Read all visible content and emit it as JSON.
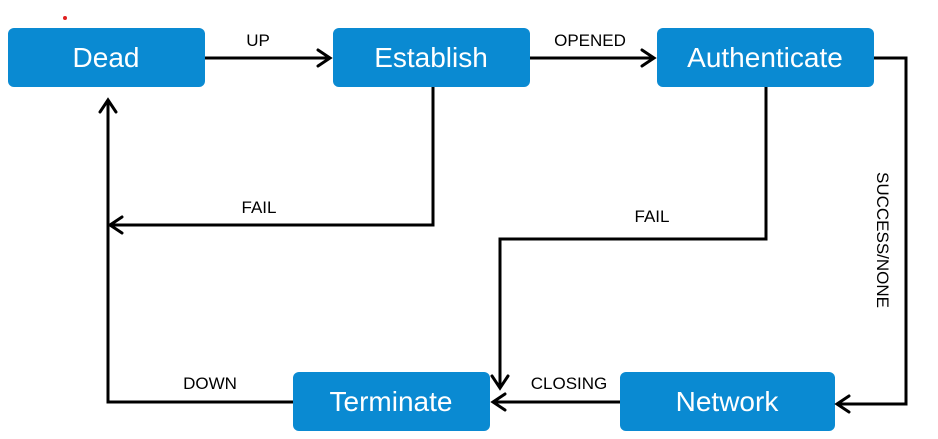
{
  "diagram": {
    "states": {
      "dead": "Dead",
      "establish": "Establish",
      "authenticate": "Authenticate",
      "network": "Network",
      "terminate": "Terminate"
    },
    "transitions": {
      "up": "UP",
      "opened": "OPENED",
      "establish_fail": "FAIL",
      "authenticate_fail": "FAIL",
      "success_none": "SUCCESS/NONE",
      "closing": "CLOSING",
      "down": "DOWN"
    }
  },
  "colors": {
    "state_fill": "#0a8ad2",
    "state_text": "#ffffff",
    "line": "#000000",
    "marker": "#e02020"
  }
}
